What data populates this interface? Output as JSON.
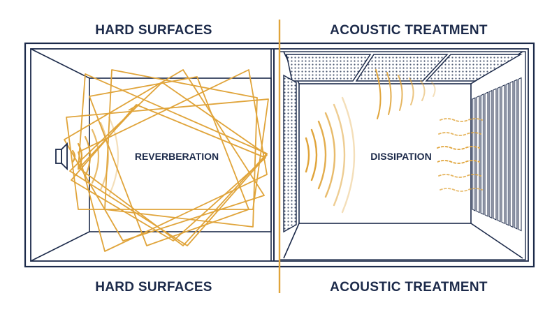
{
  "headings": {
    "left_top": "HARD SURFACES",
    "right_top": "ACOUSTIC TREATMENT",
    "left_bottom": "HARD SURFACES",
    "right_bottom": "ACOUSTIC TREATMENT"
  },
  "rooms": {
    "left_label": "REVERBERATION",
    "right_label": "DISSIPATION"
  },
  "colors": {
    "navy": "#1c2a4a",
    "gold": "#e0a43a",
    "panel_gray": "#8a93a6"
  },
  "icons": {
    "speaker": "speaker-icon"
  }
}
